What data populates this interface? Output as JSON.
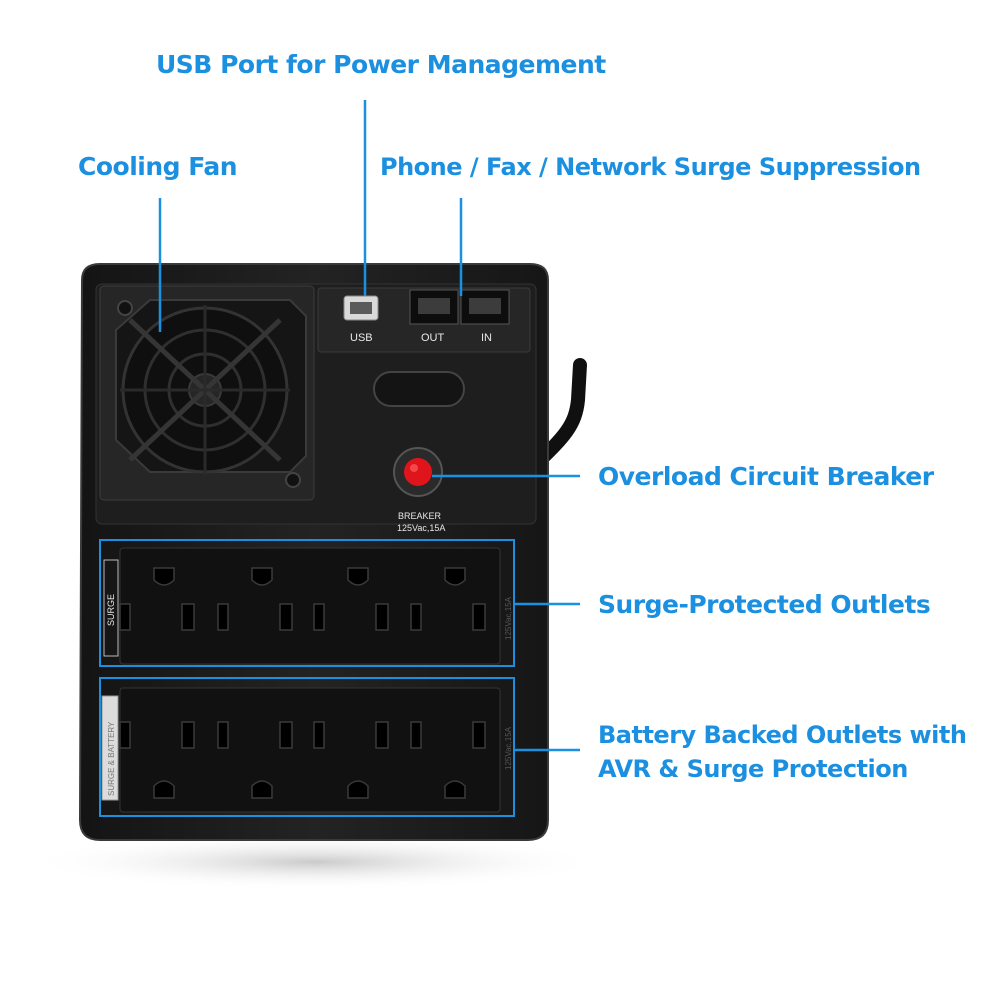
{
  "callouts": {
    "usb": "USB Port for Power Management",
    "fan": "Cooling Fan",
    "phone": "Phone / Fax / Network Surge Suppression",
    "breaker": "Overload Circuit Breaker",
    "surge_outlets": "Surge-Protected Outlets",
    "battery_line1": "Battery Backed Outlets with",
    "battery_line2": "AVR & Surge Protection"
  },
  "device_labels": {
    "usb": "USB",
    "out": "OUT",
    "in": "IN",
    "breaker": "BREAKER",
    "breaker_rating": "125Vac,15A",
    "surge_strip": "SURGE",
    "battery_strip": "SURGE & BATTERY",
    "outlet_rating": "125Vac,15A"
  },
  "colors": {
    "accent": "#1b8fe0",
    "body": "#1c1c1c",
    "breaker_button": "#e0141b"
  }
}
